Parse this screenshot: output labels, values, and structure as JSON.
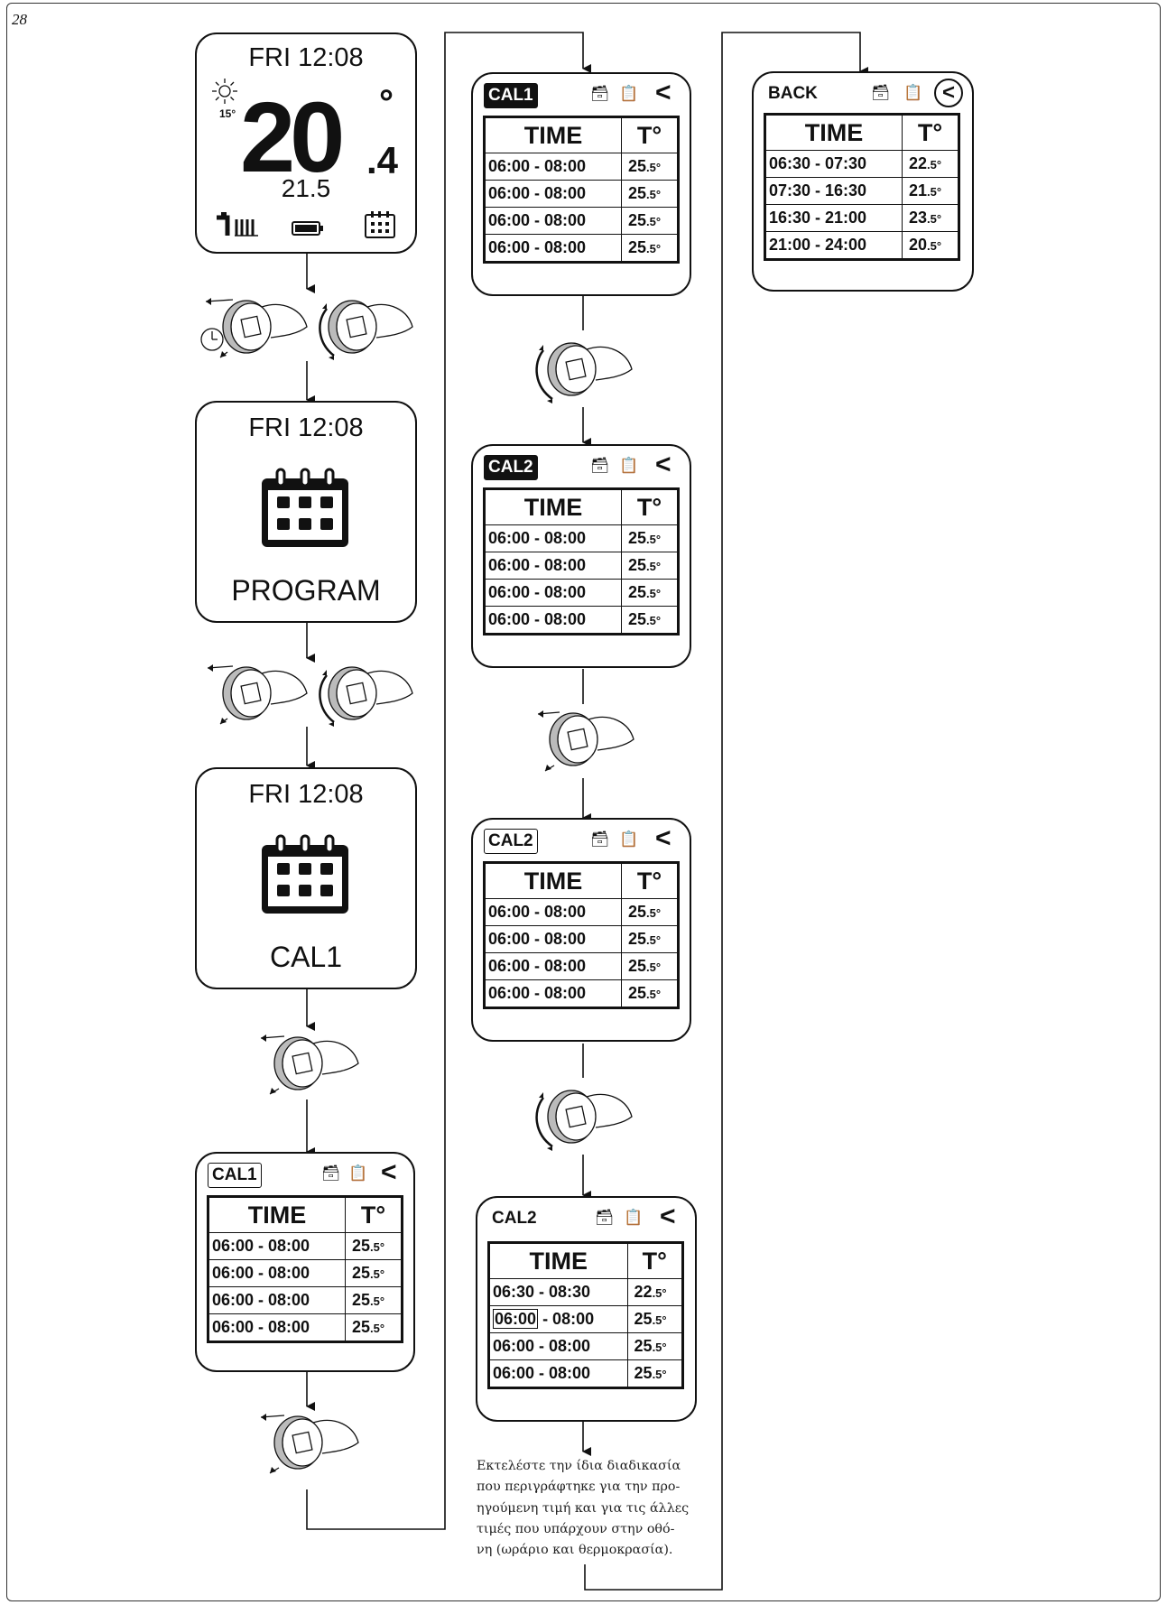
{
  "page_number": "28",
  "home": {
    "day_time": "FRI 12:08",
    "outside_temp": "15°",
    "temp_main": "20",
    "temp_dec": ".4",
    "deg": "°",
    "set_temp": "21.5"
  },
  "program_screen": {
    "day_time": "FRI 12:08",
    "label": "PROGRAM"
  },
  "cal1_screen": {
    "day_time": "FRI 12:08",
    "label": "CAL1"
  },
  "table_header": {
    "time": "TIME",
    "temp": "T°"
  },
  "table_a": {
    "tag": "CAL1",
    "rows": [
      {
        "time": "06:00 - 08:00",
        "t_int": "25",
        "t_dec": ".5°"
      },
      {
        "time": "06:00 - 08:00",
        "t_int": "25",
        "t_dec": ".5°"
      },
      {
        "time": "06:00 - 08:00",
        "t_int": "25",
        "t_dec": ".5°"
      },
      {
        "time": "06:00 - 08:00",
        "t_int": "25",
        "t_dec": ".5°"
      }
    ]
  },
  "table_b": {
    "tag": "CAL1",
    "rows": [
      {
        "time": "06:00 - 08:00",
        "t_int": "25",
        "t_dec": ".5°"
      },
      {
        "time": "06:00 - 08:00",
        "t_int": "25",
        "t_dec": ".5°"
      },
      {
        "time": "06:00 - 08:00",
        "t_int": "25",
        "t_dec": ".5°"
      },
      {
        "time": "06:00 - 08:00",
        "t_int": "25",
        "t_dec": ".5°"
      }
    ]
  },
  "table_c": {
    "tag": "CAL2",
    "rows": [
      {
        "time": "06:00 - 08:00",
        "t_int": "25",
        "t_dec": ".5°"
      },
      {
        "time": "06:00 - 08:00",
        "t_int": "25",
        "t_dec": ".5°"
      },
      {
        "time": "06:00 - 08:00",
        "t_int": "25",
        "t_dec": ".5°"
      },
      {
        "time": "06:00 - 08:00",
        "t_int": "25",
        "t_dec": ".5°"
      }
    ]
  },
  "table_d": {
    "tag": "CAL2",
    "rows": [
      {
        "time": "06:00 - 08:00",
        "t_int": "25",
        "t_dec": ".5°"
      },
      {
        "time": "06:00 - 08:00",
        "t_int": "25",
        "t_dec": ".5°"
      },
      {
        "time": "06:00 - 08:00",
        "t_int": "25",
        "t_dec": ".5°"
      },
      {
        "time": "06:00 - 08:00",
        "t_int": "25",
        "t_dec": ".5°"
      }
    ]
  },
  "table_e": {
    "tag": "CAL2",
    "rows": [
      {
        "time": "06:30 - 08:30",
        "t_int": "22",
        "t_dec": ".5°"
      },
      {
        "time_start": "06:00",
        "time_rest": "- 08:00",
        "t_int": "25",
        "t_dec": ".5°"
      },
      {
        "time": "06:00 - 08:00",
        "t_int": "25",
        "t_dec": ".5°"
      },
      {
        "time": "06:00 - 08:00",
        "t_int": "25",
        "t_dec": ".5°"
      }
    ]
  },
  "table_f": {
    "tag": "BACK",
    "rows": [
      {
        "time": "06:30 - 07:30",
        "t_int": "22",
        "t_dec": ".5°"
      },
      {
        "time": "07:30 - 16:30",
        "t_int": "21",
        "t_dec": ".5°"
      },
      {
        "time": "16:30 - 21:00",
        "t_int": "23",
        "t_dec": ".5°"
      },
      {
        "time": "21:00 - 24:00",
        "t_int": "20",
        "t_dec": ".5°"
      }
    ]
  },
  "back_glyph": "<",
  "note_lines": [
    "Εκτελέστε την ίδια διαδικασία",
    "που περιγράφτηκε για την προ-",
    "ηγούμενη τιμή και για τις άλλες",
    "τιμές που υπάρχουν στην οθό-",
    "νη (ωράριο και θερμοκρασία)."
  ]
}
